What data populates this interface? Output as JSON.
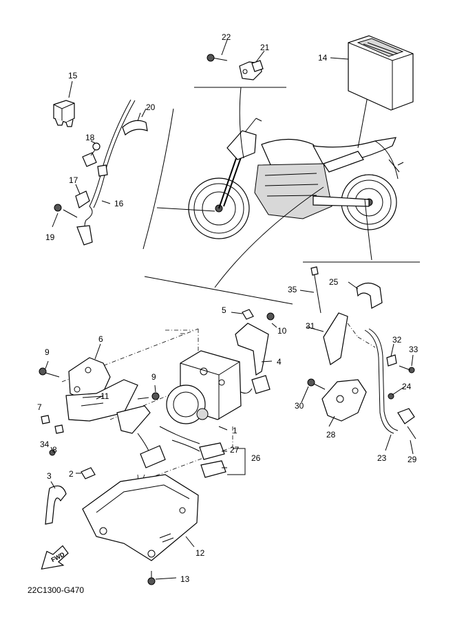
{
  "diagram": {
    "code": "22C1300-G470",
    "fwd_label": "FWD",
    "callouts": {
      "c1": "1",
      "c2": "2",
      "c3": "3",
      "c4": "4",
      "c5": "5",
      "c6": "6",
      "c7": "7",
      "c8": "8",
      "c9a": "9",
      "c9b": "9",
      "c10": "10",
      "c11": "11",
      "c12": "12",
      "c13": "13",
      "c14": "14",
      "c15": "15",
      "c16": "16",
      "c17": "17",
      "c18": "18",
      "c19": "19",
      "c20": "20",
      "c21": "21",
      "c22": "22",
      "c23": "23",
      "c24": "24",
      "c25": "25",
      "c26": "26",
      "c27": "27",
      "c28": "28",
      "c29": "29",
      "c30": "30",
      "c31": "31",
      "c32": "32",
      "c33": "33",
      "c34": "34",
      "c35": "35"
    }
  }
}
